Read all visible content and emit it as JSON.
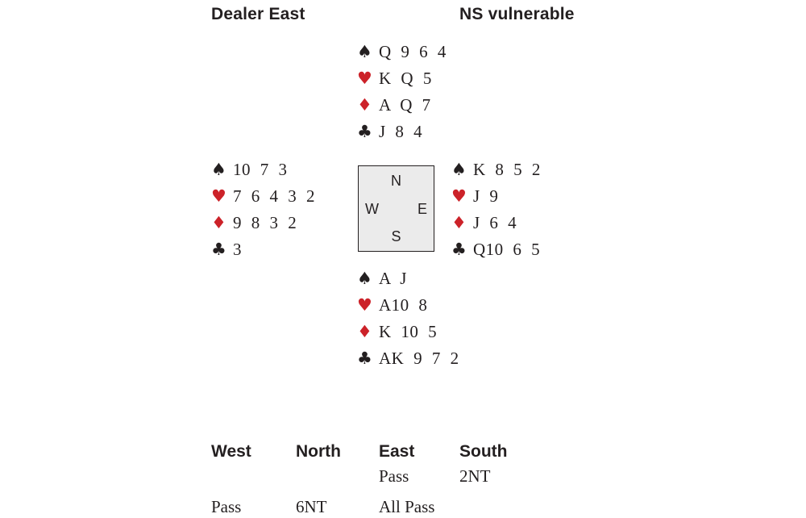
{
  "header": {
    "dealer": "Dealer East",
    "vulnerable": "NS vulnerable"
  },
  "suits": {
    "spade": "♠",
    "heart": "♥",
    "diamond": "♦",
    "club": "♣"
  },
  "colors": {
    "suit_red": "#cc2229",
    "suit_black": "#231f20",
    "compass_fill": "#ebebeb"
  },
  "hands": {
    "north": {
      "spades": "Q 9 6 4",
      "hearts": "K Q 5",
      "diamonds": "A Q 7",
      "clubs": "J 8 4"
    },
    "west": {
      "spades": "10 7 3",
      "hearts": "7 6 4 3 2",
      "diamonds": "9 8 3 2",
      "clubs": "3"
    },
    "east": {
      "spades": "K 8 5 2",
      "hearts": "J 9",
      "diamonds": "J 6 4",
      "clubs": "Q10 6 5"
    },
    "south": {
      "spades": "A J",
      "hearts": "A10 8",
      "diamonds": "K 10 5",
      "clubs": "AK 9 7 2"
    }
  },
  "compass": {
    "n": "N",
    "e": "E",
    "s": "S",
    "w": "W"
  },
  "auction": {
    "headers": [
      "West",
      "North",
      "East",
      "South"
    ],
    "rows": [
      [
        "",
        "",
        "Pass",
        "2NT"
      ],
      [
        "Pass",
        "6NT",
        "All Pass",
        ""
      ]
    ]
  }
}
